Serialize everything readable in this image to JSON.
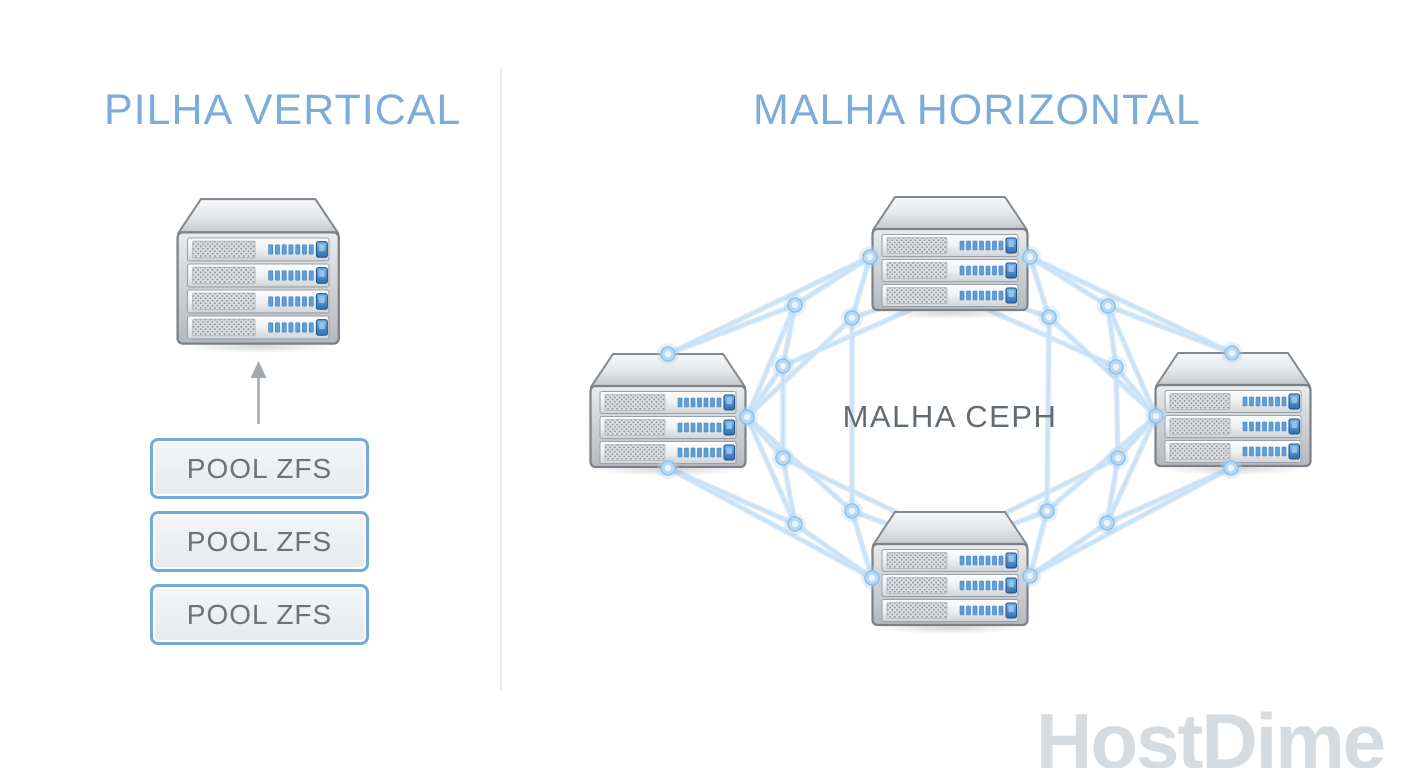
{
  "titles": {
    "left": "PILHA VERTICAL",
    "right": "MALHA HORIZONTAL"
  },
  "left_panel": {
    "pool_boxes": [
      {
        "label": "POOL ZFS"
      },
      {
        "label": "POOL ZFS"
      },
      {
        "label": "POOL ZFS"
      }
    ]
  },
  "right_panel": {
    "center_label": "MALHA CEPH"
  },
  "watermark": {
    "text": "HostDime"
  },
  "colors": {
    "title_blue": "#7dacd8",
    "mesh_line_blue": "#a5cdef",
    "mesh_node_blue": "#b7d9f5",
    "pool_border_blue": "#74aad8",
    "label_gray": "#636b72",
    "server_led_blue": "#5d9fd9",
    "watermark_gray": "#d6dbdf",
    "background": "#ffffff"
  }
}
